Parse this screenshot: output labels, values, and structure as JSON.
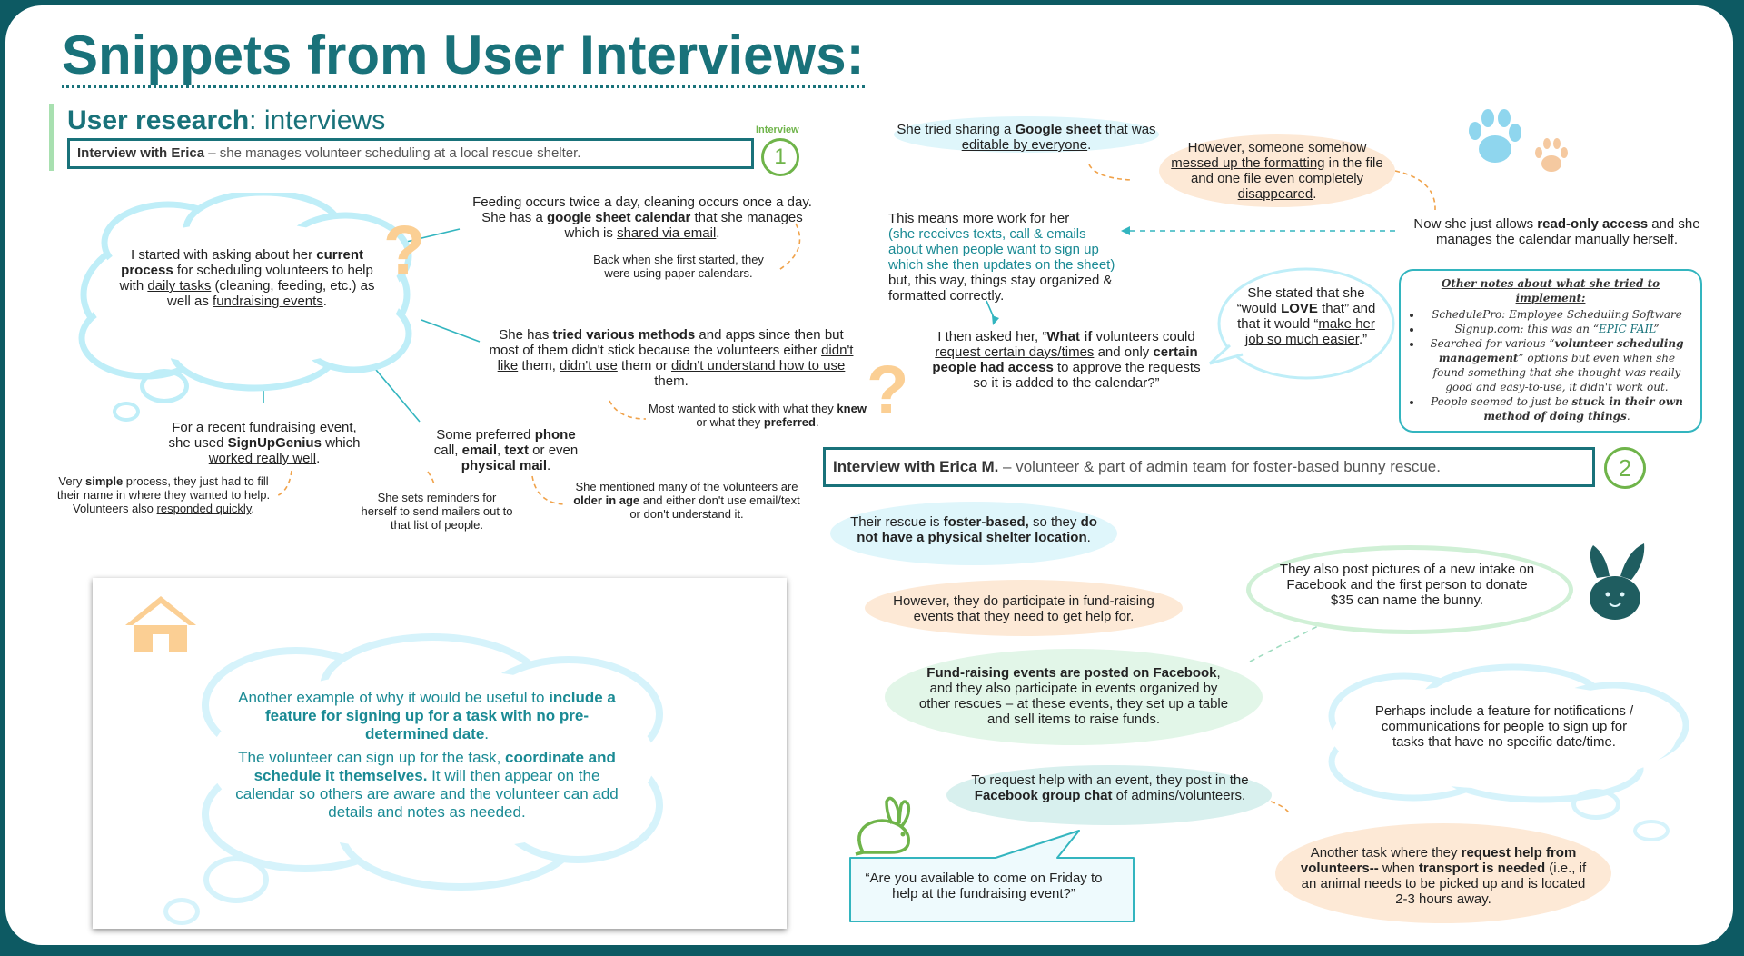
{
  "title": "Snippets from User Interviews:",
  "section": {
    "heading_bold": "User research",
    "heading_rest": ": interviews",
    "tag": "Interview"
  },
  "interview1": {
    "label_bold": "Interview with Erica",
    "label_rest": " – she manages volunteer scheduling at a local rescue shelter.",
    "number": "1",
    "cloud": [
      "I started with asking about her ",
      "current process",
      " for scheduling volunteers to help with ",
      "daily tasks",
      " (cleaning, feeding, etc.) as well as ",
      "fundraising events",
      "."
    ],
    "feeding": [
      "Feeding occurs twice a day, cleaning occurs once a day. She has a ",
      "google sheet calendar",
      " that she manages which is ",
      "shared via email",
      "."
    ],
    "paper": "Back when she first started, they were using paper calendars.",
    "tried": [
      "She has ",
      "tried various methods",
      " and apps since then but most of them didn't stick because the volunteers either ",
      "didn't like",
      " them, ",
      "didn't use",
      " them or ",
      "didn't understand how to use",
      " them."
    ],
    "stick": [
      "Most wanted to stick with what they ",
      "knew",
      " or what they ",
      "preferred",
      "."
    ],
    "fundraise": [
      "For a recent fundraising event, she used ",
      "SignUpGenius",
      " which ",
      "worked really well",
      "."
    ],
    "simple": [
      "Very ",
      "simple",
      " process, they just had to fill their name in where they wanted to help.  Volunteers also ",
      "responded quickly",
      "."
    ],
    "phone": [
      "Some preferred ",
      "phone",
      " call, ",
      "email",
      ", ",
      "text",
      " or even ",
      "physical mail",
      "."
    ],
    "reminders": "She sets reminders for herself to send mailers out to that list of people.",
    "older": [
      "She mentioned many of the volunteers are ",
      "older in age",
      " and either don't use email/text or don't understand it."
    ],
    "sheet": [
      "She tried sharing a ",
      "Google sheet",
      " that was ",
      "editable by everyone",
      "."
    ],
    "messed": [
      "However, someone somehow ",
      "messed up the formatting",
      " in the file and one file even completely ",
      "disappeared",
      "."
    ],
    "readonly": [
      "Now she just allows ",
      "read-only access",
      " and she manages the calendar manually herself."
    ],
    "morework_a": "This means more work for her",
    "morework_b": "(she receives texts, call & emails about when people want to sign up which she then updates on the sheet)",
    "morework_c": " but, this way, things stay organized & formatted correctly.",
    "whatif": [
      "I then asked her, “",
      "What if",
      " volunteers could ",
      "request certain days/times",
      " and only ",
      "certain people had access",
      " to ",
      "approve the requests",
      " so it is added to the calendar?”"
    ],
    "love": [
      "She stated that she “would ",
      "LOVE",
      " that” and that it would “",
      "make her job so much easier",
      ".”"
    ],
    "notes_title": "Other notes about what she tried to implement:",
    "notes": [
      [
        "SchedulePro:  Employee Scheduling Software"
      ],
      [
        "Signup.com:  this was an “",
        "EPIC FAIL",
        "”"
      ],
      [
        "Searched for various “",
        "volunteer scheduling management",
        "” options but even when she found something that she thought was really good and easy-to-use, it didn't work out."
      ],
      [
        "People seemed to just be ",
        "stuck in their own method of doing things",
        "."
      ]
    ]
  },
  "interview2": {
    "label_bold": "Interview with Erica M.",
    "label_rest": " – volunteer & part of admin team for foster-based bunny rescue.",
    "number": "2",
    "foster": [
      "Their rescue is ",
      "foster-based,",
      " so they ",
      "do not have a physical shelter location",
      "."
    ],
    "fundraise": "However, they do participate in fund-raising events that they need to get help for.",
    "facebook": [
      "Fund-raising events are posted on Facebook",
      ", and they also participate in events organized by other rescues – at these events, they set up a table and sell items to raise funds."
    ],
    "pictures": "They also post pictures of a new intake on Facebook and the first person to donate $35 can name the bunny.",
    "notify": "Perhaps include a feature for notifications / communications for people to sign up for tasks that have no specific date/time.",
    "groupchat": [
      "To request help with an event, they post in the ",
      "Facebook group chat",
      " of admins/volunteers."
    ],
    "speech": "“Are you available to come on Friday to help at the fundraising event?”",
    "transport": [
      "Another task where they ",
      "request help from volunteers--",
      " when ",
      "transport is needed",
      " (i.e., if an animal needs to be picked up and is located 2-3 hours away."
    ]
  },
  "insight": {
    "p1": [
      "Another example of why it would be useful to ",
      "include a feature for signing up for a task with no pre-determined date",
      "."
    ],
    "p2": [
      "The volunteer can sign up for the task, ",
      "coordinate and schedule it themselves.",
      "  It will then appear on the calendar so others are aware and the volunteer can add details and notes as needed."
    ]
  },
  "colors": {
    "teal": "#19727a",
    "green": "#6fb44a",
    "lightblue": "#dff6fb",
    "peach": "#fde9d6",
    "mint": "#e2f6e8",
    "orange": "#f0a24a",
    "paw_blue": "#8fd6ee",
    "paw_peach": "#f5c9a0"
  },
  "icons": [
    "question-mark-icon",
    "paw-print-icon",
    "house-icon",
    "rabbit-icon",
    "bunny-face-icon"
  ]
}
